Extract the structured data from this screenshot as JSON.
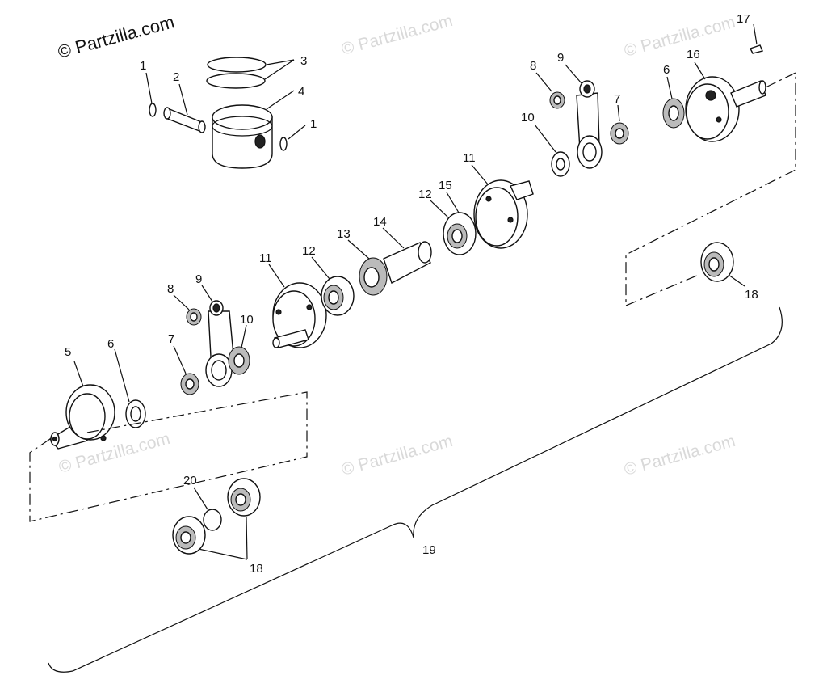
{
  "copyright": "© Partzilla.com",
  "watermark": "© Partzilla.com",
  "callouts": {
    "c1a": "1",
    "c1b": "1",
    "c2": "2",
    "c3": "3",
    "c4": "4",
    "c5": "5",
    "c6a": "6",
    "c6b": "6",
    "c7a": "7",
    "c7b": "7",
    "c8a": "8",
    "c8b": "8",
    "c9a": "9",
    "c9b": "9",
    "c10a": "10",
    "c10b": "10",
    "c11a": "11",
    "c11b": "11",
    "c12a": "12",
    "c12b": "12",
    "c13": "13",
    "c14": "14",
    "c15": "15",
    "c16": "16",
    "c17": "17",
    "c18a": "18",
    "c18b": "18",
    "c19": "19",
    "c20": "20"
  }
}
